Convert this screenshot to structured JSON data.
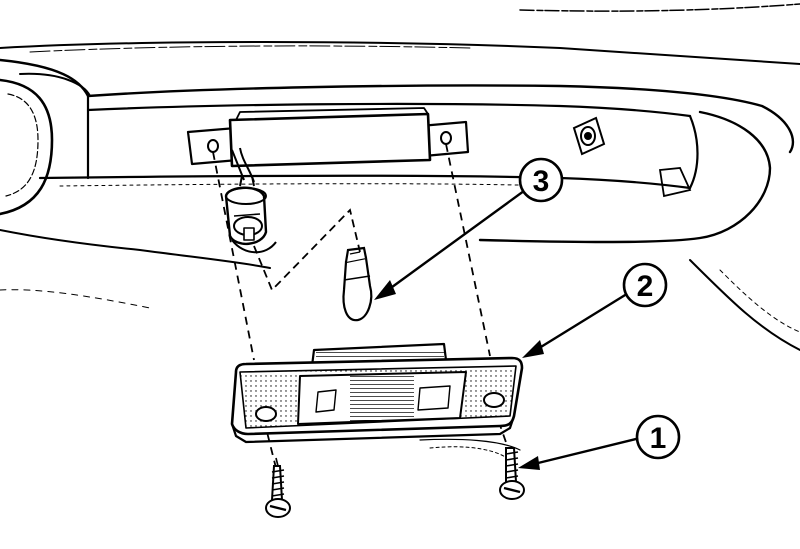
{
  "diagram": {
    "style": {
      "ink": "#000000",
      "paper": "#ffffff"
    },
    "callouts": [
      {
        "id": "1",
        "label": "1",
        "part": "screw-icon"
      },
      {
        "id": "2",
        "label": "2",
        "part": "lamp-lens-icon"
      },
      {
        "id": "3",
        "label": "3",
        "part": "bulb-icon"
      }
    ]
  }
}
